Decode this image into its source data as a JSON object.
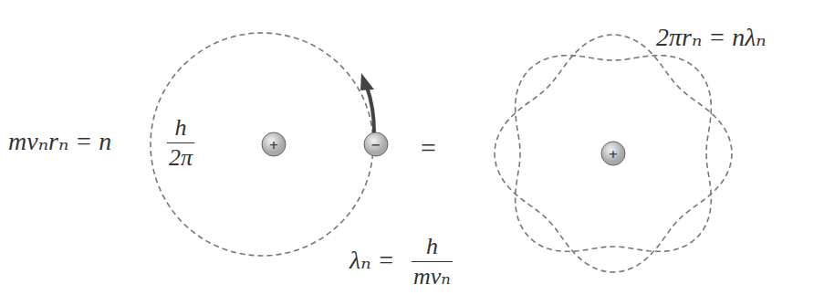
{
  "diagram": {
    "nodes": [
      {
        "text": [
          "+"
        ]
      },
      {
        "text": [
          "−"
        ]
      },
      {
        "text": [
          "+"
        ]
      }
    ],
    "labels": [
      "mvₙrₙ = n",
      "h",
      "2π",
      "=",
      "λₙ =",
      "h",
      "mvₙ",
      "2πrₙ = nλₙ"
    ]
  }
}
